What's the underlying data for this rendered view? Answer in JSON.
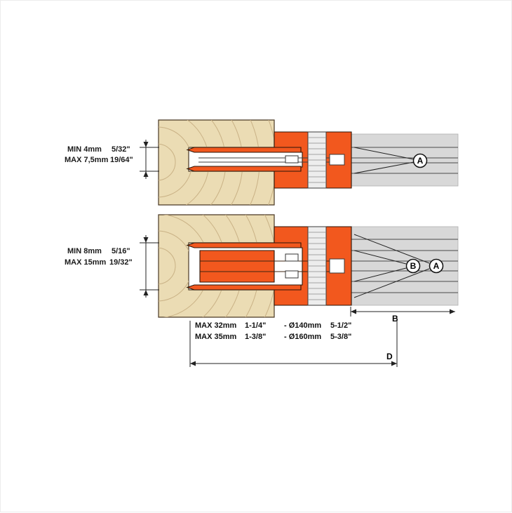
{
  "colors": {
    "orange": "#F2581E",
    "wood": "#EBDCB4",
    "wood_grain": "#C9B185",
    "steel": "#D8D8D8"
  },
  "upper_view": {
    "min_value": "MIN  4mm",
    "min_inches": "5/32\"",
    "max_value": "MAX 7,5mm",
    "max_inches": "19/64\"",
    "callout_a": "A"
  },
  "lower_view": {
    "min_value": "MIN  8mm",
    "min_inches": "5/16\"",
    "max_value": "MAX 15mm",
    "max_inches": "19/32\"",
    "callout_b": "B",
    "callout_a": "A",
    "shaft_dim_label": "B"
  },
  "specs": {
    "row1": {
      "width_mm": "MAX 32mm",
      "width_in": "1-1/4\"",
      "diameter_mm": "- Ø140mm",
      "diameter_in": "5-1/2\""
    },
    "row2": {
      "width_mm": "MAX 35mm",
      "width_in": "1-3/8\"",
      "diameter_mm": "- Ø160mm",
      "diameter_in": "5-3/8\""
    },
    "overall_dim_label": "D"
  }
}
